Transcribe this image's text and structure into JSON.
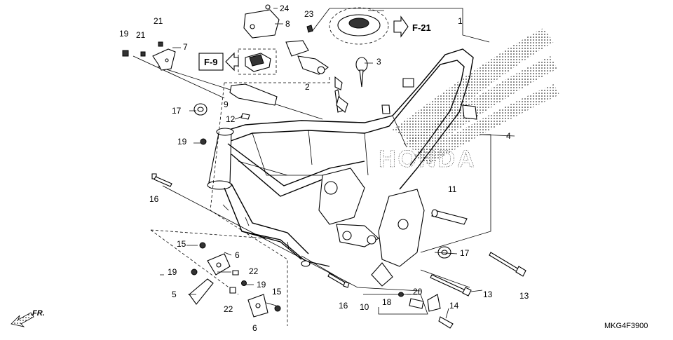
{
  "callouts": {
    "c1": "1",
    "c2": "2",
    "c3": "3",
    "c4": "4",
    "c5": "5",
    "c6a": "6",
    "c6b": "6",
    "c7": "7",
    "c8": "8",
    "c9": "9",
    "c10": "10",
    "c11": "11",
    "c12": "12",
    "c13a": "13",
    "c13b": "13",
    "c14": "14",
    "c15a": "15",
    "c15b": "15",
    "c16a": "16",
    "c16b": "16",
    "c17a": "17",
    "c17b": "17",
    "c18": "18",
    "c19a": "19",
    "c19b": "19",
    "c19c": "19",
    "c19d": "19",
    "c20": "20",
    "c21a": "21",
    "c21b": "21",
    "c22a": "22",
    "c22b": "22",
    "c23": "23",
    "c24": "24"
  },
  "refs": {
    "fuel_cap": "F-21",
    "seat_latch": "F-9"
  },
  "direction": "FR.",
  "diagram_code": "MKG4F3900",
  "brand_watermark": "HONDA",
  "colors": {
    "ink": "#000000",
    "background": "#ffffff"
  }
}
